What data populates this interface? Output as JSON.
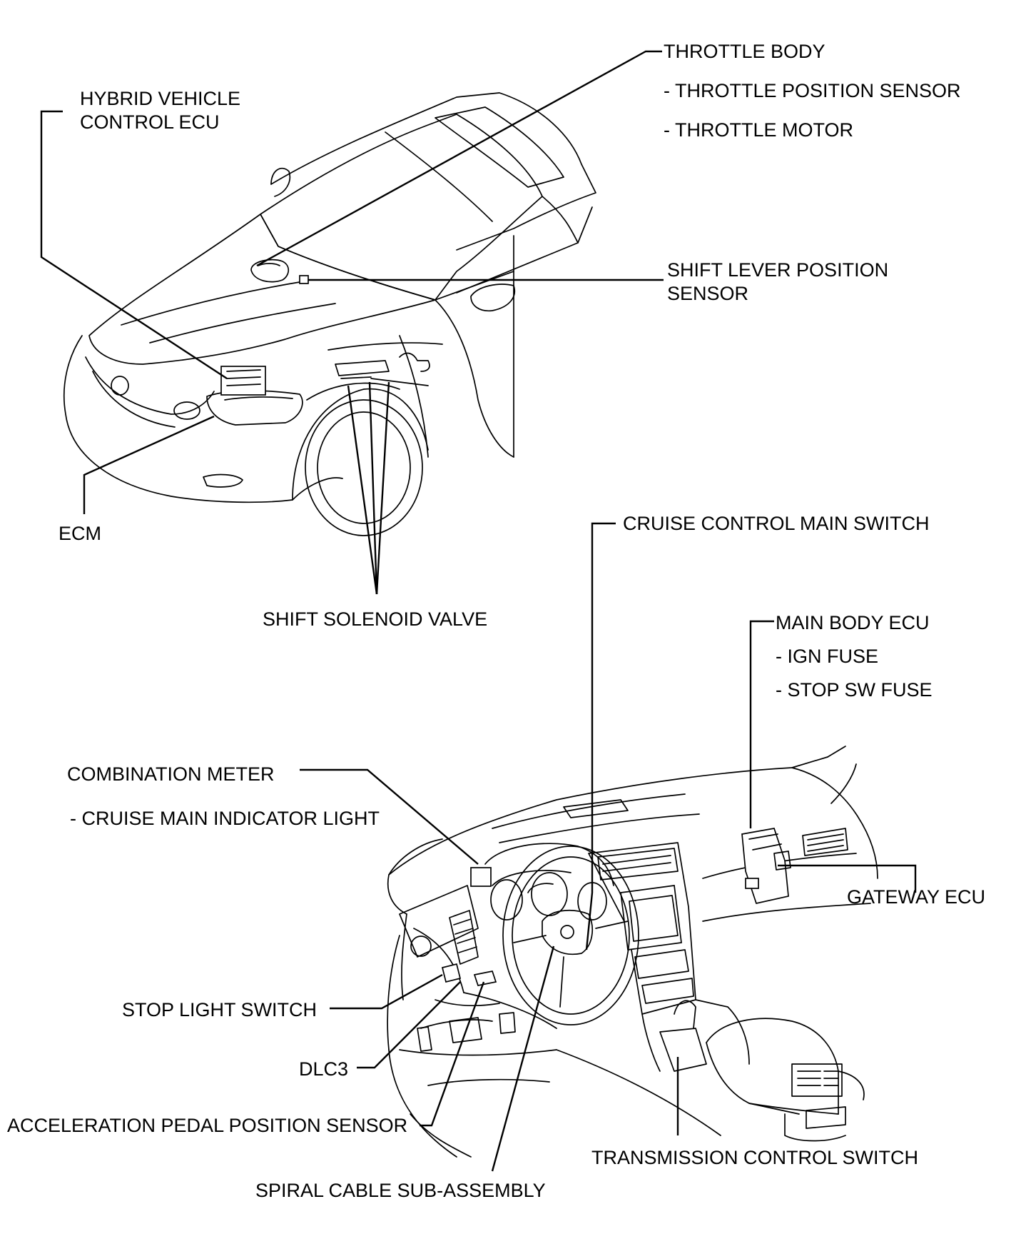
{
  "labels": {
    "throttle_body": "THROTTLE BODY",
    "throttle_position_sensor": "- THROTTLE POSITION SENSOR",
    "throttle_motor": "- THROTTLE MOTOR",
    "hybrid_ecu_line1": "HYBRID VEHICLE",
    "hybrid_ecu_line2": "CONTROL ECU",
    "shift_lever_line1": "SHIFT LEVER POSITION",
    "shift_lever_line2": "SENSOR",
    "ecm": "ECM",
    "shift_solenoid_valve": "SHIFT SOLENOID VALVE",
    "cruise_control_main_switch": "CRUISE CONTROL MAIN SWITCH",
    "main_body_ecu": "MAIN BODY ECU",
    "ign_fuse": "- IGN FUSE",
    "stop_sw_fuse": "- STOP SW FUSE",
    "combination_meter": "COMBINATION METER",
    "cruise_main_indicator": "- CRUISE MAIN INDICATOR LIGHT",
    "gateway_ecu": "GATEWAY ECU",
    "stop_light_switch": "STOP LIGHT SWITCH",
    "dlc3": "DLC3",
    "acceleration_pedal_sensor": "ACCELERATION PEDAL POSITION SENSOR",
    "transmission_control_switch": "TRANSMISSION CONTROL SWITCH",
    "spiral_cable": "SPIRAL CABLE SUB-ASSEMBLY"
  }
}
